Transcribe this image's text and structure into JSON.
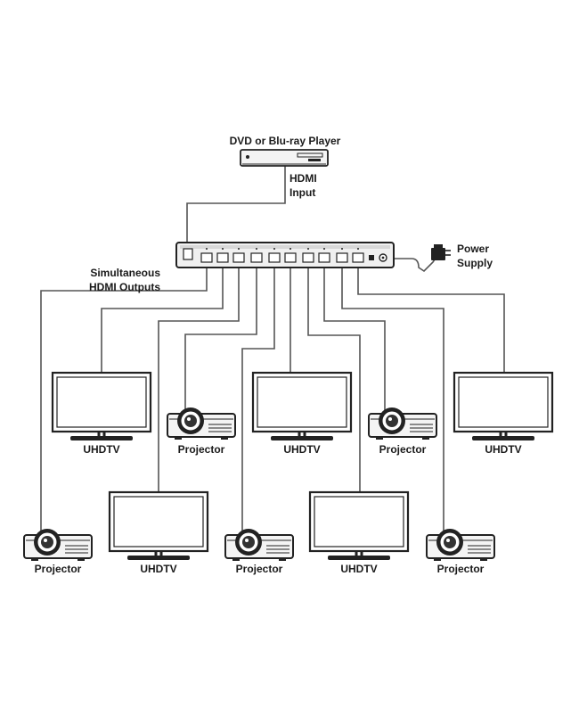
{
  "source": {
    "label": "DVD or Blu-ray Player",
    "connection_label_line1": "HDMI",
    "connection_label_line2": "Input"
  },
  "splitter": {
    "outputs_label_line1": "Simultaneous",
    "outputs_label_line2": "HDMI Outputs",
    "output_count": 10
  },
  "power": {
    "label_line1": "Power",
    "label_line2": "Supply"
  },
  "devices": {
    "tv_1": "UHDTV",
    "projector_1": "Projector",
    "tv_2": "UHDTV",
    "projector_2": "Projector",
    "tv_3": "UHDTV",
    "projector_3": "Projector",
    "tv_4": "UHDTV",
    "projector_4": "Projector",
    "tv_5": "UHDTV",
    "projector_5": "Projector"
  },
  "colors": {
    "line": "#222222",
    "cable": "#555555",
    "screen_fill": "#ffffff",
    "device_fill": "#f4f4f4"
  }
}
